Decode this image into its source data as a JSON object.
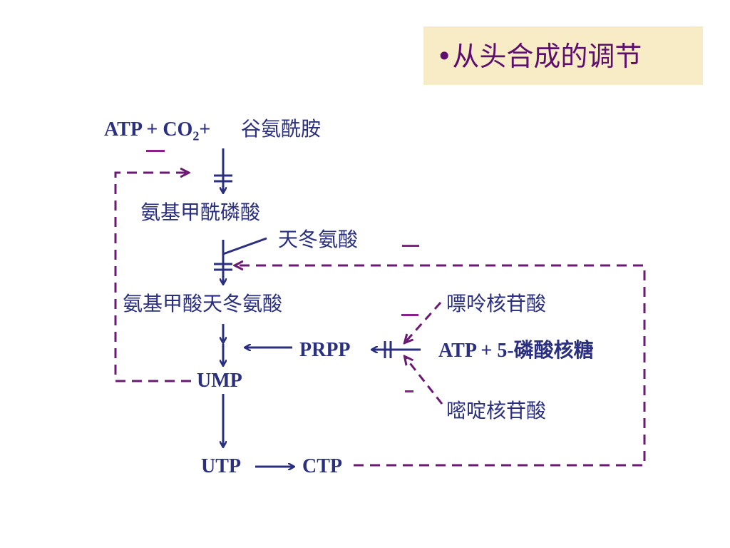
{
  "title": {
    "bullet": "•",
    "text": "从头合成的调节"
  },
  "labels": {
    "atp_co2_prefix": "ATP + CO",
    "atp_co2_subscript": "2",
    "atp_co2_suffix": "+",
    "glutamine": "谷氨酰胺",
    "carbamoyl_phosphate": "氨基甲酰磷酸",
    "aspartate": "天冬氨酸",
    "carbamoyl_aspartate": "氨基甲酸天冬氨酸",
    "prpp": "PRPP",
    "ump": "UMP",
    "utp": "UTP",
    "ctp": "CTP",
    "purine_nucleotides": "嘌呤核苷酸",
    "atp_ribose5p": "ATP + 5-磷酸核糖",
    "pyrimidine_nucleotides": "嘧啶核苷酸"
  },
  "colors": {
    "pathway": "#2a2f7f",
    "feedback": "#6b1a73",
    "inhibition_mark": "#8a1f8f",
    "title_bg": "#f7ecc6"
  }
}
